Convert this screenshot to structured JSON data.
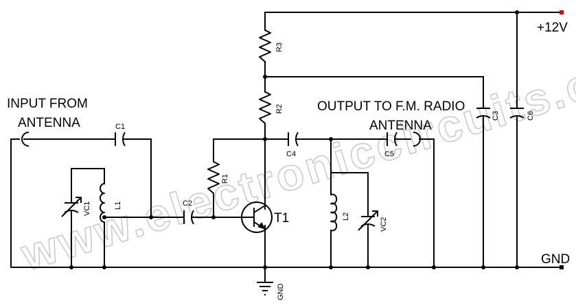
{
  "labels": {
    "supply": "+12V",
    "ground": "GND",
    "input_line1": "INPUT FROM",
    "input_line2": "ANTENNA",
    "output_line1": "OUTPUT TO F.M. RADIO",
    "output_line2": "ANTENNA",
    "ground_symbol": "GND"
  },
  "components": {
    "R1": "R1",
    "R2": "R2",
    "R3": "R3",
    "C1": "C1",
    "C2": "C2",
    "C3": "C3",
    "C4": "C4",
    "C5": "C5",
    "C6": "C6",
    "L1": "L1",
    "L2": "L2",
    "VC1": "VC1",
    "VC2": "VC2",
    "T1": "T1"
  },
  "watermark": "www.electroniccircuits.com",
  "colors": {
    "terminal": "#e00000",
    "line": "#000000",
    "watermark": "#c8c8c8"
  }
}
